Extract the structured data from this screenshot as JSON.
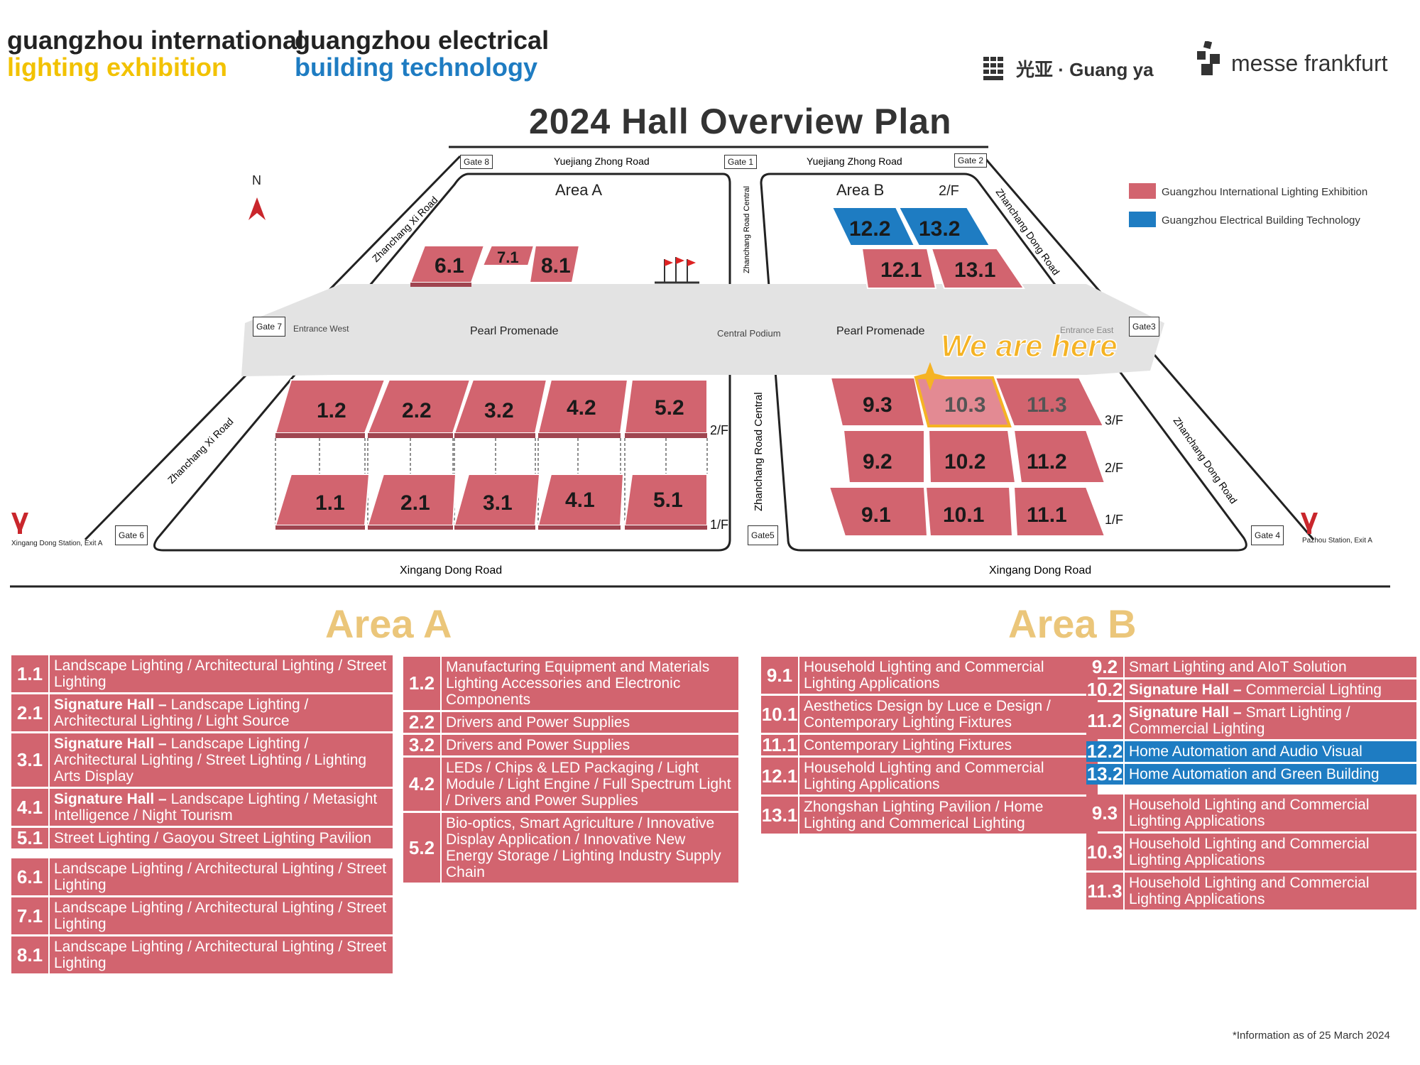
{
  "logos": {
    "exhibition1_line1": "guangzhou international",
    "exhibition1_line2": "lighting exhibition",
    "exhibition2_line1": "guangzhou electrical",
    "exhibition2_line2": "building technology",
    "partner1": "光亚 · Guang ya",
    "partner2": "messe frankfurt"
  },
  "title": "2024 Hall Overview Plan",
  "map": {
    "roads": {
      "north_left": "Yuejiang Zhong Road",
      "north_right": "Yuejiang Zhong Road",
      "west_upper": "Zhanchang Xi Road",
      "west_lower": "Zhanchang Xi Road",
      "east_upper": "Zhanchang Dong Road",
      "east_lower": "Zhanchang Dong Road",
      "central_upper": "Zhanchang Road Central",
      "central_lower": "Zhanchang Road Central",
      "south_left": "Xingang Dong Road",
      "south_right": "Xingang Dong Road"
    },
    "gates": [
      "Gate 8",
      "Gate 1",
      "Gate 2",
      "Gate 7",
      "Gate3",
      "Gate 6",
      "Gate5",
      "Gate 4"
    ],
    "places": {
      "area_a": "Area A",
      "area_b": "Area B",
      "area_b_floor": "2/F",
      "entrance_west": "Entrance West",
      "entrance_east": "Entrance East",
      "promenade_left": "Pearl Promenade",
      "promenade_right": "Pearl Promenade",
      "central_podium": "Central Podium",
      "we_are_here": "We are here",
      "north": "N",
      "station_west": "Xingang Dong Station, Exit A",
      "station_east": "Pazhou Station, Exit A"
    },
    "floors": {
      "a2": "2/F",
      "a1": "1/F",
      "b3": "3/F",
      "b2": "2/F",
      "b1": "1/F"
    },
    "halls_a_north": [
      "6.1",
      "7.1",
      "8.1"
    ],
    "halls_a_upper": [
      "1.2",
      "2.2",
      "3.2",
      "4.2",
      "5.2"
    ],
    "halls_a_lower": [
      "1.1",
      "2.1",
      "3.1",
      "4.1",
      "5.1"
    ],
    "halls_b_north_blue": [
      "12.2",
      "13.2"
    ],
    "halls_b_north_red": [
      "12.1",
      "13.1"
    ],
    "halls_b_3f": [
      "9.3",
      "10.3",
      "11.3"
    ],
    "halls_b_2f": [
      "9.2",
      "10.2",
      "11.2"
    ],
    "halls_b_1f": [
      "9.1",
      "10.1",
      "11.1"
    ]
  },
  "legend": {
    "items": [
      {
        "label": "Guangzhou International Lighting Exhibition",
        "color": "#d2646f"
      },
      {
        "label": "Guangzhou Electrical Building Technology",
        "color": "#1e7cc2"
      }
    ]
  },
  "colors": {
    "hall_red": "#d2646f",
    "hall_blue": "#1e7cc2",
    "highlight": "#f5b324"
  },
  "area_a_title": "Area A",
  "area_b_title": "Area B",
  "area_a_col1_top": [
    {
      "num": "1.1",
      "bold": "",
      "text": "Landscape Lighting / Architectural Lighting / Street Lighting"
    },
    {
      "num": "2.1",
      "bold": "Signature Hall –",
      "text": "Landscape Lighting / Architectural Lighting / Light Source"
    },
    {
      "num": "3.1",
      "bold": "Signature Hall –",
      "text": "Landscape Lighting / Architectural Lighting / Street Lighting / Lighting Arts Display"
    },
    {
      "num": "4.1",
      "bold": "Signature Hall –",
      "text": "Landscape Lighting / Metasight Intelligence / Night Tourism"
    },
    {
      "num": "5.1",
      "bold": "",
      "text": "Street Lighting / Gaoyou Street Lighting Pavilion"
    }
  ],
  "area_a_col1_bottom": [
    {
      "num": "6.1",
      "bold": "",
      "text": "Landscape Lighting / Architectural Lighting / Street Lighting"
    },
    {
      "num": "7.1",
      "bold": "",
      "text": "Landscape Lighting / Architectural Lighting / Street Lighting"
    },
    {
      "num": "8.1",
      "bold": "",
      "text": "Landscape Lighting / Architectural Lighting / Street Lighting"
    }
  ],
  "area_a_col2": [
    {
      "num": "1.2",
      "bold": "",
      "text": "Manufacturing Equipment and Materials Lighting Accessories and Electronic Components"
    },
    {
      "num": "2.2",
      "bold": "",
      "text": "Drivers and Power Supplies"
    },
    {
      "num": "3.2",
      "bold": "",
      "text": "Drivers and Power Supplies"
    },
    {
      "num": "4.2",
      "bold": "",
      "text": "LEDs / Chips & LED Packaging / Light Module / Light Engine / Full Spectrum Light / Drivers and Power Supplies"
    },
    {
      "num": "5.2",
      "bold": "",
      "text": "Bio-optics, Smart Agriculture / Innovative Display Application / Innovative New Energy Storage / Lighting Industry Supply Chain"
    }
  ],
  "area_b_col1": [
    {
      "num": "9.1",
      "bold": "",
      "text": "Household Lighting and Commercial Lighting Applications"
    },
    {
      "num": "10.1",
      "bold": "",
      "text": "Aesthetics Design by Luce e Design / Contemporary Lighting Fixtures"
    },
    {
      "num": "11.1",
      "bold": "",
      "text": "Contemporary Lighting Fixtures"
    },
    {
      "num": "12.1",
      "bold": "",
      "text": "Household Lighting and Commercial Lighting Applications"
    },
    {
      "num": "13.1",
      "bold": "",
      "text": "Zhongshan Lighting Pavilion / Home Lighting and Commerical Lighting"
    }
  ],
  "area_b_col2_top": [
    {
      "num": "9.2",
      "bold": "",
      "text": "Smart Lighting and AIoT Solution",
      "blue": false
    },
    {
      "num": "10.2",
      "bold": "Signature Hall –",
      "text": "Commercial Lighting",
      "blue": false
    },
    {
      "num": "11.2",
      "bold": "Signature Hall –",
      "text": "Smart Lighting / Commercial Lighting",
      "blue": false
    },
    {
      "num": "12.2",
      "bold": "",
      "text": "Home Automation and Audio Visual",
      "blue": true
    },
    {
      "num": "13.2",
      "bold": "",
      "text": "Home Automation and Green Building",
      "blue": true
    }
  ],
  "area_b_col2_bottom": [
    {
      "num": "9.3",
      "bold": "",
      "text": "Household Lighting and Commercial Lighting Applications"
    },
    {
      "num": "10.3",
      "bold": "",
      "text": "Household Lighting and Commercial Lighting Applications"
    },
    {
      "num": "11.3",
      "bold": "",
      "text": "Household Lighting and Commercial Lighting Applications"
    }
  ],
  "footnote": "*Information as of 25 March 2024"
}
